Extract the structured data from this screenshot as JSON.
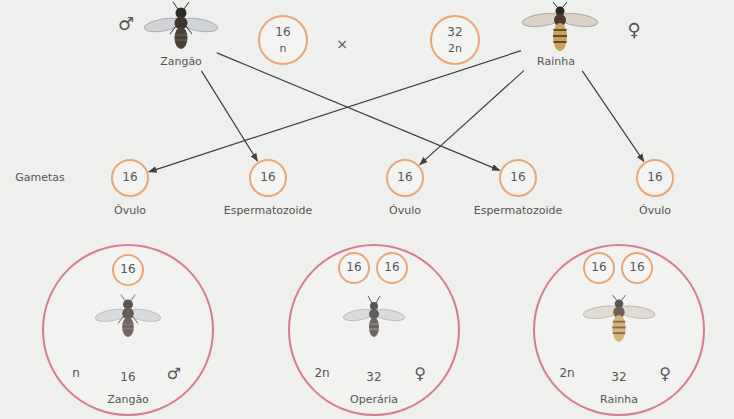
{
  "diagram": {
    "nodes": [
      {
        "text": [
          "Zangão"
        ]
      },
      {
        "text": [
          "16",
          "n"
        ]
      },
      {
        "text": [
          "32",
          "2n"
        ]
      },
      {
        "text": [
          "Rainha"
        ]
      },
      {
        "text": [
          "16",
          "Óvulo"
        ]
      },
      {
        "text": [
          "16",
          "Espermatozoide"
        ]
      },
      {
        "text": [
          "16",
          "Óvulo"
        ]
      },
      {
        "text": [
          "16",
          "Espermatozoide"
        ]
      },
      {
        "text": [
          "16",
          "Óvulo"
        ]
      },
      {
        "text": [
          "n",
          "16",
          "♂",
          "Zangão"
        ]
      },
      {
        "text": [
          "16"
        ],
        "in": 9
      },
      {
        "text": [
          "2n",
          "32",
          "♀",
          "Operária"
        ]
      },
      {
        "text": [
          "16"
        ],
        "in": 11
      },
      {
        "text": [
          "16"
        ],
        "in": 11
      },
      {
        "text": [
          "2n",
          "32",
          "♀",
          "Rainha"
        ]
      },
      {
        "text": [
          "16"
        ],
        "in": 14
      },
      {
        "text": [
          "16"
        ],
        "in": 14
      }
    ],
    "edges": [
      {
        "from": 0,
        "to": 5,
        "arrow": "to"
      },
      {
        "from": 0,
        "to": 7,
        "arrow": "to"
      },
      {
        "from": 3,
        "to": 4,
        "arrow": "to"
      },
      {
        "from": 3,
        "to": 6,
        "arrow": "to"
      },
      {
        "from": 3,
        "to": 8,
        "arrow": "to"
      }
    ],
    "labels": [
      "♂",
      "×",
      "♀",
      "Gametas"
    ]
  }
}
